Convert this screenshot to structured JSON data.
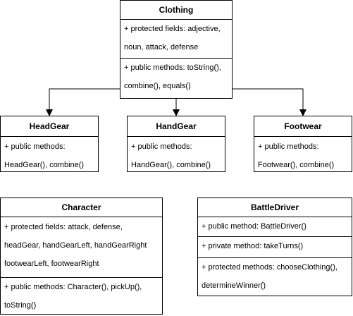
{
  "classes": {
    "clothing": {
      "name": "Clothing",
      "fields": [
        "+ protected fields: adjective,",
        "noun, attack, defense"
      ],
      "methods": [
        "+ public methods: toString(),",
        "combine(), equals()"
      ]
    },
    "headgear": {
      "name": "HeadGear",
      "methods": [
        "+ public methods:",
        "HeadGear(), combine()"
      ]
    },
    "handgear": {
      "name": "HandGear",
      "methods": [
        "+ public methods:",
        "HandGear(), combine()"
      ]
    },
    "footwear": {
      "name": "Footwear",
      "methods": [
        "+ public methods:",
        "Footwear(), combine()"
      ]
    },
    "character": {
      "name": "Character",
      "fields": [
        "+ protected fields: attack, defense,",
        "headGear, handGearLeft, handGearRight",
        "footwearLeft, footwearRight"
      ],
      "methods": [
        "+ public methods: Character(), pickUp(),",
        "toString()"
      ]
    },
    "battledriver": {
      "name": "BattleDriver",
      "section1": [
        "+ public method: BattleDriver()"
      ],
      "section2": [
        "+ private method: takeTurns()"
      ],
      "section3": [
        "+ protected methods: chooseClothing(),",
        "determineWinner()"
      ]
    }
  }
}
